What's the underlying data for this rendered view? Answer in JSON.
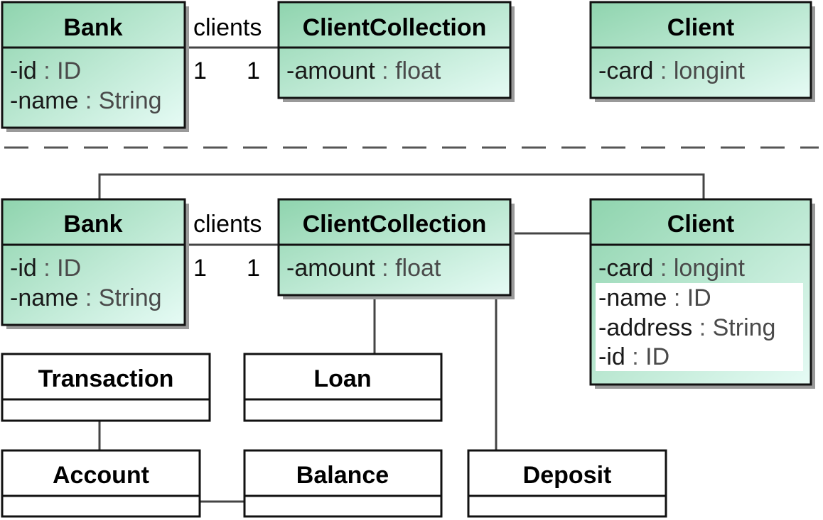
{
  "colors": {
    "class_fill_start": "#8fd4ae",
    "class_fill_end": "#e6fbf5",
    "plain_fill": "#ffffff",
    "stroke": "#111111",
    "line": "#444444",
    "shadow": "#9a9a9a"
  },
  "top": {
    "bank": {
      "title": "Bank",
      "attrs": [
        {
          "name": "-id",
          "sep": " : ",
          "type": "ID"
        },
        {
          "name": "-name",
          "sep": " : ",
          "type": "String"
        }
      ]
    },
    "clientcollection": {
      "title": "ClientCollection",
      "attrs": [
        {
          "name": "-amount",
          "sep": " : ",
          "type": "float"
        }
      ]
    },
    "client": {
      "title": "Client",
      "attrs": [
        {
          "name": "-card",
          "sep": " : ",
          "type": "longint"
        }
      ]
    },
    "assoc": {
      "role": "clients",
      "mult_left": "1",
      "mult_right": "1"
    }
  },
  "bottom": {
    "bank": {
      "title": "Bank",
      "attrs": [
        {
          "name": "-id",
          "sep": " : ",
          "type": "ID"
        },
        {
          "name": "-name",
          "sep": " : ",
          "type": "String"
        }
      ]
    },
    "clientcollection": {
      "title": "ClientCollection",
      "attrs": [
        {
          "name": "-amount",
          "sep": " : ",
          "type": "float"
        }
      ]
    },
    "client": {
      "title": "Client",
      "attrs": [
        {
          "name": "-card",
          "sep": " : ",
          "type": "longint"
        },
        {
          "name": "-name",
          "sep": " : ",
          "type": "ID"
        },
        {
          "name": "-address",
          "sep": " : ",
          "type": "String"
        },
        {
          "name": "-id",
          "sep": " : ",
          "type": "ID"
        }
      ]
    },
    "assoc": {
      "role": "clients",
      "mult_left": "1",
      "mult_right": "1"
    },
    "transaction": {
      "title": "Transaction"
    },
    "loan": {
      "title": "Loan"
    },
    "account": {
      "title": "Account"
    },
    "balance": {
      "title": "Balance"
    },
    "deposit": {
      "title": "Deposit"
    }
  }
}
